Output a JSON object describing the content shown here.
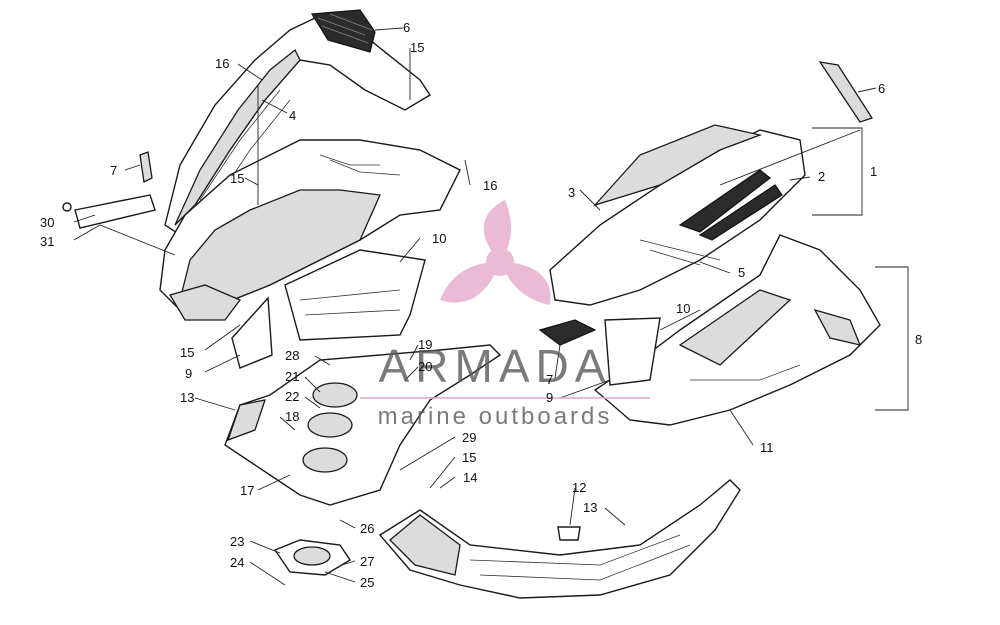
{
  "callouts": {
    "c1": "1",
    "c2": "2",
    "c3": "3",
    "c4": "4",
    "c5": "5",
    "c6a": "6",
    "c6b": "6",
    "c7a": "7",
    "c7b": "7",
    "c8": "8",
    "c9a": "9",
    "c9b": "9",
    "c10a": "10",
    "c10b": "10",
    "c11": "11",
    "c12": "12",
    "c13a": "13",
    "c13b": "13",
    "c14": "14",
    "c15a": "15",
    "c15b": "15",
    "c15c": "15",
    "c15d": "15",
    "c16a": "16",
    "c16b": "16",
    "c17": "17",
    "c18": "18",
    "c19": "19",
    "c20": "20",
    "c21": "21",
    "c22": "22",
    "c23": "23",
    "c24": "24",
    "c25": "25",
    "c26": "26",
    "c27": "27",
    "c28": "28",
    "c29": "29",
    "c30": "30",
    "c31": "31"
  },
  "watermark": {
    "brand": "ARMADA",
    "tagline": "marine outboards",
    "color": "#e7a9cb"
  }
}
